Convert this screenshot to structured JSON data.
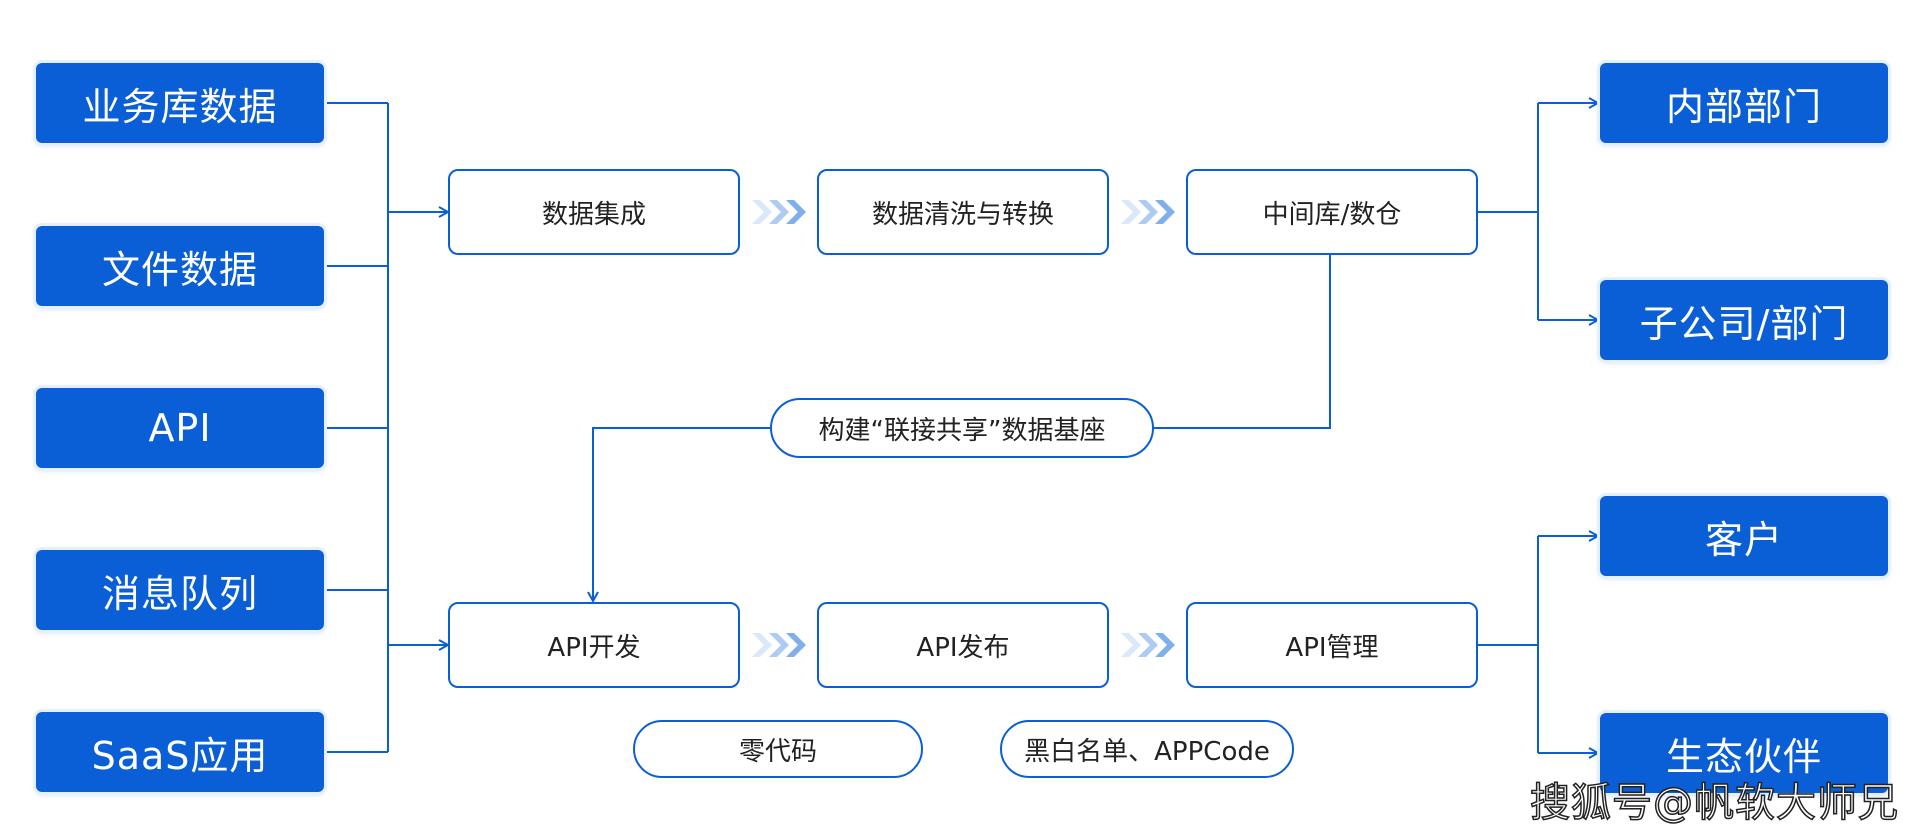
{
  "sources": [
    {
      "id": "src-business-db",
      "label": "业务库数据"
    },
    {
      "id": "src-file-data",
      "label": "文件数据"
    },
    {
      "id": "src-api",
      "label": "API"
    },
    {
      "id": "src-message-queue",
      "label": "消息队列"
    },
    {
      "id": "src-saas",
      "label": "SaaS应用"
    }
  ],
  "pipeline_top": [
    {
      "label": "数据集成"
    },
    {
      "label": "数据清洗与转换"
    },
    {
      "label": "中间库/数仓"
    }
  ],
  "pipeline_bottom": [
    {
      "label": "API开发"
    },
    {
      "label": "API发布"
    },
    {
      "label": "API管理"
    }
  ],
  "center_pill": {
    "label": "构建“联接共享”数据基座"
  },
  "bottom_pills": [
    {
      "label": "零代码"
    },
    {
      "label": "黑白名单、APPCode"
    }
  ],
  "targets_top": [
    {
      "label": "内部部门"
    },
    {
      "label": "子公司/部门"
    }
  ],
  "targets_bottom": [
    {
      "label": "客户"
    },
    {
      "label": "生态伙伴"
    }
  ],
  "watermark": "搜狐号@帆软大师兄",
  "colors": {
    "accent": "#0a5fd6",
    "chevron": "#7fb0ec"
  }
}
